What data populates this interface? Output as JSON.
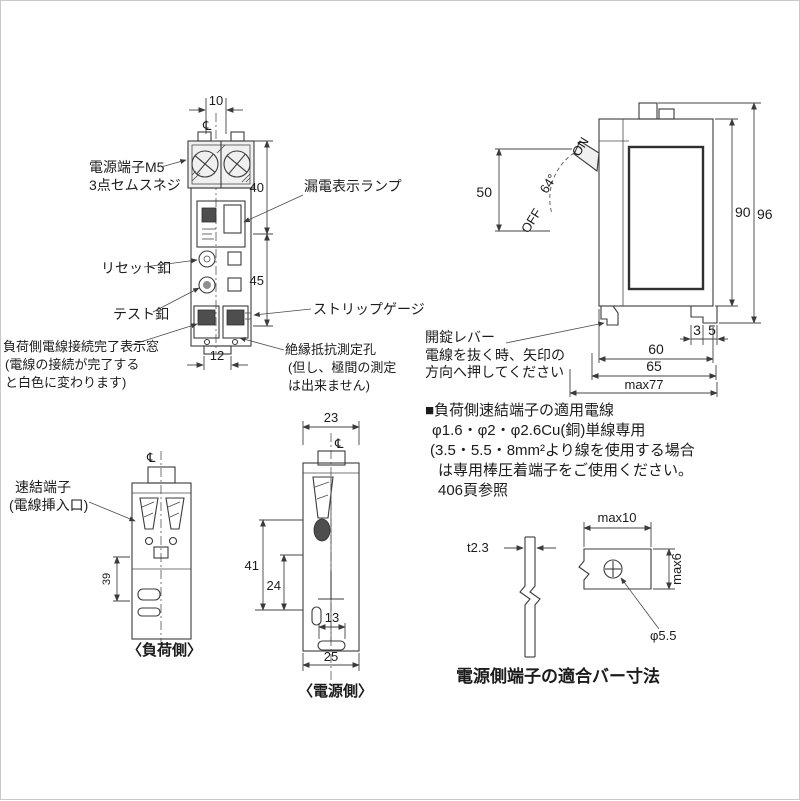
{
  "symbols": {
    "centerline": "℄"
  },
  "front_view": {
    "dim_width_top": "10",
    "dim_height_upper": "40",
    "dim_height_lower": "45",
    "dim_width_bottom": "12",
    "label_power_terminal_1": "電源端子M5",
    "label_power_terminal_2": "3点セムスネジ",
    "label_leakage_lamp": "漏電表示ランプ",
    "label_reset_button": "リセット釦",
    "label_test_button": "テスト釦",
    "label_strip_gauge": "ストリップゲージ",
    "label_load_window_1": "負荷側電線接続完了表示窓",
    "label_load_window_2": "(電線の接続が完了する",
    "label_load_window_3": "と白色に変わります)",
    "label_insulation_1": "絶縁抵抗測定孔",
    "label_insulation_2": "(但し、極間の測定",
    "label_insulation_3": "は出来ません)"
  },
  "side_view": {
    "dim_lever_travel": "50",
    "angle_label": "64°",
    "on_label": "ON",
    "off_label": "OFF",
    "dim_height_body": "90",
    "dim_height_overall": "96",
    "dim_claw_3": "3",
    "dim_claw_5": "5",
    "dim_depth_60": "60",
    "dim_depth_65": "65",
    "dim_depth_max": "max77",
    "label_unlock_lever_1": "開錠レバー",
    "label_unlock_lever_2": "電線を抜く時、矢印の",
    "label_unlock_lever_3": "方向へ押してください"
  },
  "wire_note": {
    "line1": "■負荷側速結端子の適用電線",
    "line2": "φ1.6・φ2・φ2.6Cu(銅)単線専用",
    "line3": "(3.5・5.5・8mm²より線を使用する場合",
    "line4": "は専用棒圧着端子をご使用ください。",
    "line5": "406頁参照"
  },
  "load_side_view": {
    "label_terminal_1": "速結端子",
    "label_terminal_2": "(電線挿入口)",
    "dim_depth": "39",
    "caption": "〈負荷側〉"
  },
  "power_side_view": {
    "dim_width_top": "23",
    "dim_depth_41": "41",
    "dim_depth_24": "24",
    "dim_width_13": "13",
    "dim_width_bottom": "25",
    "caption": "〈電源側〉"
  },
  "bar_diagram": {
    "dim_thickness": "t2.3",
    "dim_width": "max10",
    "dim_height": "max6",
    "dim_hole": "φ5.5",
    "title": "電源側端子の適合バー寸法"
  }
}
